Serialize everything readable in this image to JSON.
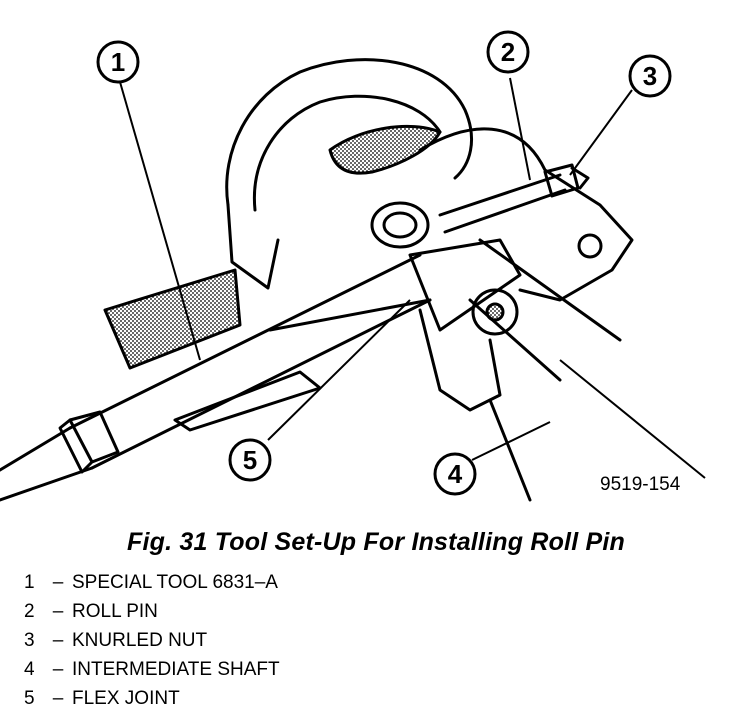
{
  "figure": {
    "code": "9519-154",
    "caption": "Fig. 31 Tool Set-Up For Installing Roll Pin"
  },
  "callouts": [
    {
      "number": "1",
      "label": "SPECIAL TOOL 6831–A"
    },
    {
      "number": "2",
      "label": "ROLL PIN"
    },
    {
      "number": "3",
      "label": "KNURLED NUT"
    },
    {
      "number": "4",
      "label": "INTERMEDIATE SHAFT"
    },
    {
      "number": "5",
      "label": "FLEX JOINT"
    }
  ],
  "separator": "–"
}
